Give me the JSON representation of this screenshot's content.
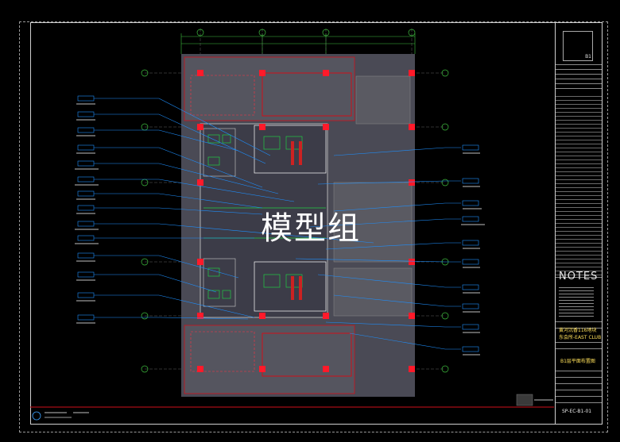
{
  "watermark": "模型组",
  "notes_heading": "NOTES",
  "project_title_1": "黄河沉香116地块",
  "project_title_2": "东会所-EAST CLUB",
  "drawing_title": "B1层平面布置图",
  "drawing_number": "SP-EC-B1-01",
  "key_plan_label": "B1",
  "colors": {
    "background": "#000000",
    "plan_fill": "#4a4a55",
    "wall_red": "#d0101a",
    "column_red": "#ff1a2a",
    "leader_blue": "#1e90ff",
    "green_fixture": "#22cc44",
    "yellow_text": "#ffe05a",
    "frame": "#cfcfcf"
  },
  "icons": [
    "grid-bubble-icon",
    "room-tag-icon",
    "column-icon",
    "north-arrow-icon"
  ]
}
